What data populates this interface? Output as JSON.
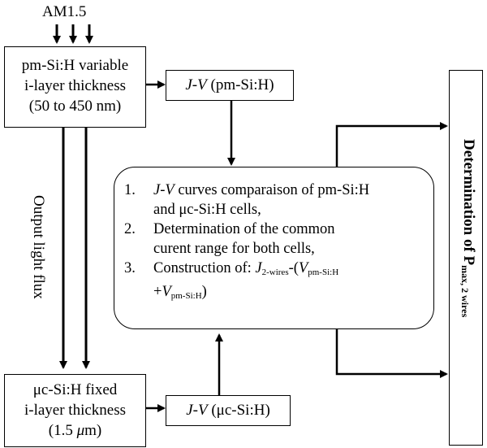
{
  "illumination_label": "AM1.5",
  "top_cell": {
    "line1": "pm-Si:H variable",
    "line2": "i-layer thickness",
    "line3": "(50 to 450 nm)"
  },
  "bottom_cell": {
    "line1": "μc-Si:H fixed",
    "line2": "i-layer thickness",
    "line3_value": "(1.5 ",
    "line3_unit_mu": "μ",
    "line3_unit_m": "m)"
  },
  "jv_top": {
    "italic": "J-V",
    "rest": " (pm-Si:H)"
  },
  "jv_bottom": {
    "italic": "J-V",
    "rest": " (μc-Si:H)"
  },
  "light_flux_label": "Output light flux",
  "steps": {
    "s1": {
      "num": "1.",
      "italic": "J-V",
      "text_a": " curves comparaison of pm-Si:H",
      "text_b": "and μc-Si:H cells,"
    },
    "s2": {
      "num": "2.",
      "text_a": "Determination of the common",
      "text_b": "curent range for both cells,"
    },
    "s3": {
      "num": "3.",
      "prefix": "Construction of: ",
      "j": "J",
      "j_sub": "2-wires",
      "dash_paren": "-(",
      "v1": "V",
      "v1_sub": "pm-Si:H",
      "plus": "+",
      "v2": "V",
      "v2_sub": "pm-Si:H",
      "close": ")"
    }
  },
  "result": {
    "main": "Determination of P",
    "sub": "max, 2 wires"
  }
}
